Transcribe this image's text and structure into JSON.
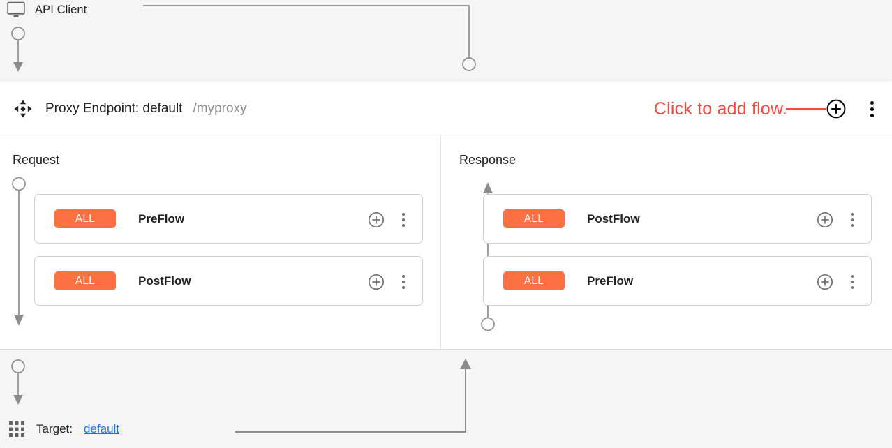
{
  "client": {
    "label": "API Client",
    "icon": "monitor-icon"
  },
  "proxy": {
    "drag_icon": "drag-handle-icon",
    "title": "Proxy Endpoint: default",
    "path": "/myproxy",
    "annotation": "Click to add flow.",
    "annotation_color": "#f4493c",
    "add_icon": "plus-circle-icon",
    "menu_icon": "more-vert-icon"
  },
  "columns": [
    {
      "title": "Request",
      "direction": "down",
      "cards": [
        {
          "badge": "ALL",
          "name": "PreFlow",
          "add_icon": "plus-circle-icon",
          "menu_icon": "more-vert-icon"
        },
        {
          "badge": "ALL",
          "name": "PostFlow",
          "add_icon": "plus-circle-icon",
          "menu_icon": "more-vert-icon"
        }
      ]
    },
    {
      "title": "Response",
      "direction": "up",
      "cards": [
        {
          "badge": "ALL",
          "name": "PostFlow",
          "add_icon": "plus-circle-icon",
          "menu_icon": "more-vert-icon"
        },
        {
          "badge": "ALL",
          "name": "PreFlow",
          "add_icon": "plus-circle-icon",
          "menu_icon": "more-vert-icon"
        }
      ]
    }
  ],
  "target": {
    "grid_icon": "apps-grid-icon",
    "label": "Target:",
    "link": "default"
  },
  "theme": {
    "badge_color": "#fb7142",
    "annotation_color": "#f4493c",
    "link_color": "#1a73e8",
    "connector_color": "#8d8d8d",
    "panel_bg": "#ffffff",
    "page_bg": "#f5f5f5"
  }
}
